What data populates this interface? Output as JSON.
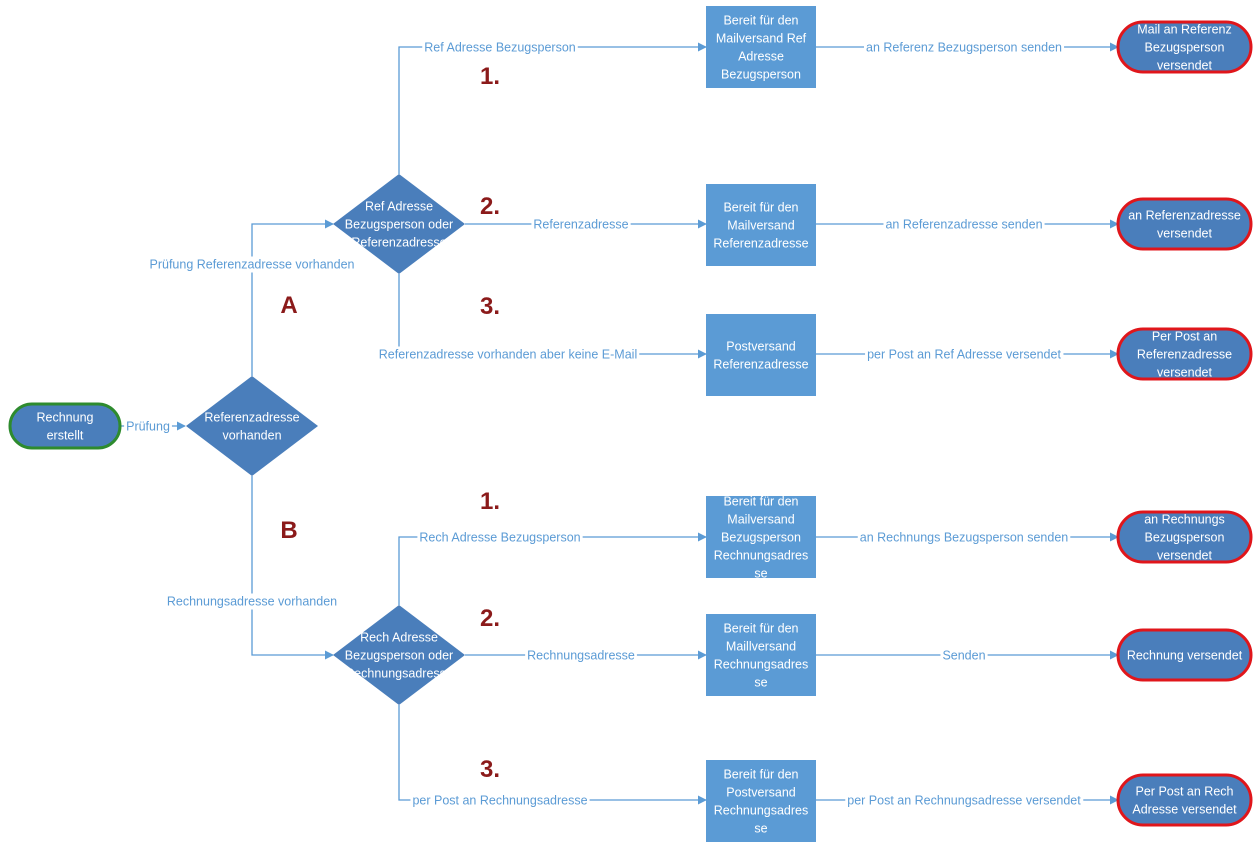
{
  "colors": {
    "process": "#5b9bd5",
    "decision": "#4a7ebb",
    "edge": "#5b9bd5",
    "start_border": "#2e8b2e",
    "end_border": "#e0161b",
    "marker": "#8b1a1a"
  },
  "start": {
    "label": [
      "Rechnung",
      "erstellt"
    ]
  },
  "decision_main": {
    "label": [
      "Referenzadresse",
      "vorhanden"
    ]
  },
  "edge_pruefung": "Prüfung",
  "branch_a": {
    "marker": "A",
    "edge_label": "Prüfung Referenzadresse vorhanden",
    "decision": {
      "label": [
        "Ref Adresse",
        "Bezugsperson oder",
        "Referenzadresse"
      ]
    },
    "paths": [
      {
        "number": "1.",
        "condition": "Ref Adresse Bezugsperson",
        "process": [
          "Bereit für den",
          "Mailversand Ref",
          "Adresse",
          "Bezugsperson"
        ],
        "action": "an Referenz Bezugsperson senden",
        "end": [
          "Mail an Referenz",
          "Bezugsperson",
          "versendet"
        ]
      },
      {
        "number": "2.",
        "condition": "Referenzadresse",
        "process": [
          "Bereit für den",
          "Mailversand",
          "Referenzadresse"
        ],
        "action": "an Referenzadresse senden",
        "end": [
          "an Referenzadresse",
          "versendet"
        ]
      },
      {
        "number": "3.",
        "condition": "Referenzadresse vorhanden aber keine E-Mail",
        "process": [
          "Postversand",
          "Referenzadresse"
        ],
        "action": "per Post an Ref Adresse versendet",
        "end": [
          "Per Post an",
          "Referenzadresse",
          "versendet"
        ]
      }
    ]
  },
  "branch_b": {
    "marker": "B",
    "edge_label": "Rechnungsadresse vorhanden",
    "decision": {
      "label": [
        "Rech Adresse",
        "Bezugsperson oder",
        "Rechnungsadresse"
      ]
    },
    "paths": [
      {
        "number": "1.",
        "condition": "Rech Adresse Bezugsperson",
        "process": [
          "Bereit für den",
          "Mailversand",
          "Bezugsperson",
          "Rechnungsadres",
          "se"
        ],
        "action": "an Rechnungs Bezugsperson senden",
        "end": [
          "an Rechnungs",
          "Bezugsperson",
          "versendet"
        ]
      },
      {
        "number": "2.",
        "condition": "Rechnungsadresse",
        "process": [
          "Bereit für den",
          "Maillversand",
          "Rechnungsadres",
          "se"
        ],
        "action": "Senden",
        "end": [
          "Rechnung versendet"
        ]
      },
      {
        "number": "3.",
        "condition": "per Post an Rechnungsadresse",
        "process": [
          "Bereit für den",
          "Postversand",
          "Rechnungsadres",
          "se"
        ],
        "action": "per Post an Rechnungsadresse versendet",
        "end": [
          "Per Post an Rech",
          "Adresse versendet"
        ]
      }
    ]
  }
}
